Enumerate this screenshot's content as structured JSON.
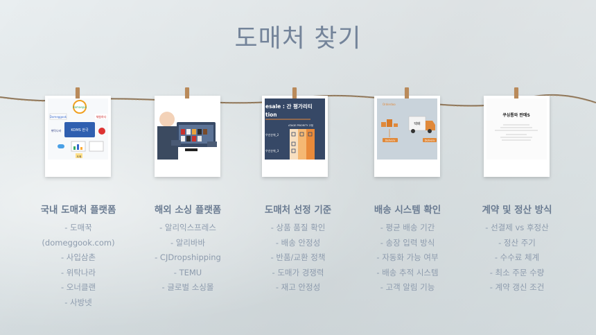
{
  "page": {
    "title": "도매처 찾기"
  },
  "cards": [
    {
      "heading": "국내 도매처 플랫폼",
      "items": [
        "- 도매꾹",
        "(domeggook.com)",
        "- 사입삼촌",
        "- 위탁나라",
        "- 오너클랜",
        "- 사방넷"
      ],
      "image_text": [
        "domaepia",
        "Domeggook",
        "체험하다",
        "위탁나라",
        "KOMS 한국",
        "도매"
      ]
    },
    {
      "heading": "해외 소싱 플랫폼",
      "items": [
        "- 알리익스프레스",
        "- 알리바바",
        "- CJDropshipping",
        "- TEMU",
        "- 글로벌 소싱몰"
      ],
      "image_text": []
    },
    {
      "heading": "도매처 선정 기준",
      "items": [
        "- 상품 품질 확인",
        "- 배송 안정성",
        "- 반품/교환 정책",
        "- 도매가 경쟁력",
        "- 재고 안정성"
      ],
      "image_text": [
        "esale : 간 평가리티",
        "tion",
        "ATAGE PRIORITY 고정",
        "우선순위_2",
        "우선순위_3"
      ]
    },
    {
      "heading": "배송 시스템 확인",
      "items": [
        "- 평균 배송 기간",
        "- 송장 입력 방식",
        "- 자동화 가능 여부",
        "- 배송 추적 시스템",
        "- 고객 알림 기능"
      ],
      "image_text": [
        "Orderdoo",
        "택배",
        "Delivery",
        "Delivery"
      ]
    },
    {
      "heading": "계약 및 정산 방식",
      "items": [
        "- 선결제 vs 후정산",
        "- 정산 주기",
        "- 수수료 체계",
        "- 최소 주문 수량",
        "- 계약 갱신 조건"
      ],
      "image_text": [
        "쿠싱통와 판매S"
      ]
    }
  ]
}
